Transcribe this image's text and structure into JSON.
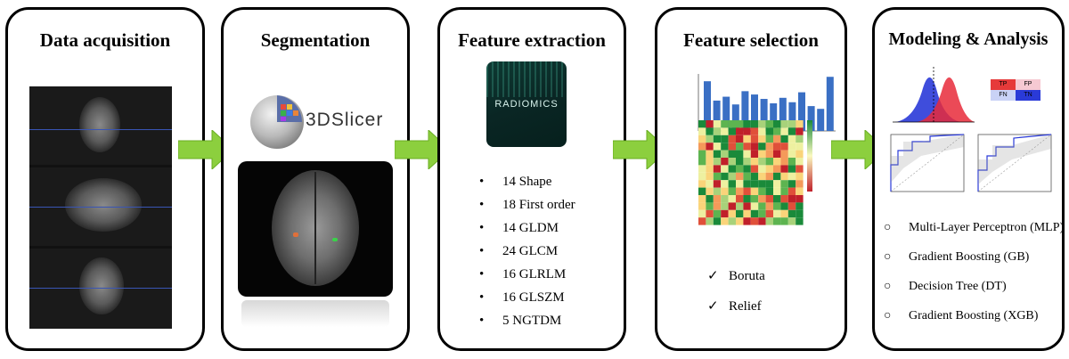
{
  "panels": [
    {
      "title": "Data acquisition"
    },
    {
      "title": "Segmentation"
    },
    {
      "title": "Feature extraction"
    },
    {
      "title": "Feature selection"
    },
    {
      "title": "Modeling & Analysis"
    }
  ],
  "segmentation": {
    "logo_text": "3DSlicer"
  },
  "extraction": {
    "thumb_text": "RADIOMICS",
    "bullet_glyph": "•",
    "items": [
      "14 Shape",
      "18 First order",
      "14 GLDM",
      "24 GLCM",
      "16 GLRLM",
      "16 GLSZM",
      "5 NGTDM"
    ]
  },
  "selection": {
    "bullet_glyph": "✓",
    "methods": [
      "Boruta",
      "Relief"
    ],
    "importance_values": [
      0.9,
      0.55,
      0.62,
      0.48,
      0.72,
      0.66,
      0.58,
      0.5,
      0.6,
      0.52,
      0.7,
      0.45,
      0.4,
      0.98
    ],
    "bar_color": "#3a6fc4"
  },
  "modeling": {
    "bullet_glyph": "○",
    "models": [
      "Multi-Layer Perceptron (MLP)",
      "Gradient Boosting (GB)",
      "Decision Tree (DT)",
      "Gradient Boosting (XGB)"
    ],
    "confusion": {
      "tp": "TP",
      "fp": "FP",
      "fn": "FN",
      "tn": "TN"
    }
  },
  "colors": {
    "arrow": "#8ccf3e",
    "arrow_dark": "#6aae22",
    "border": "#000000"
  }
}
